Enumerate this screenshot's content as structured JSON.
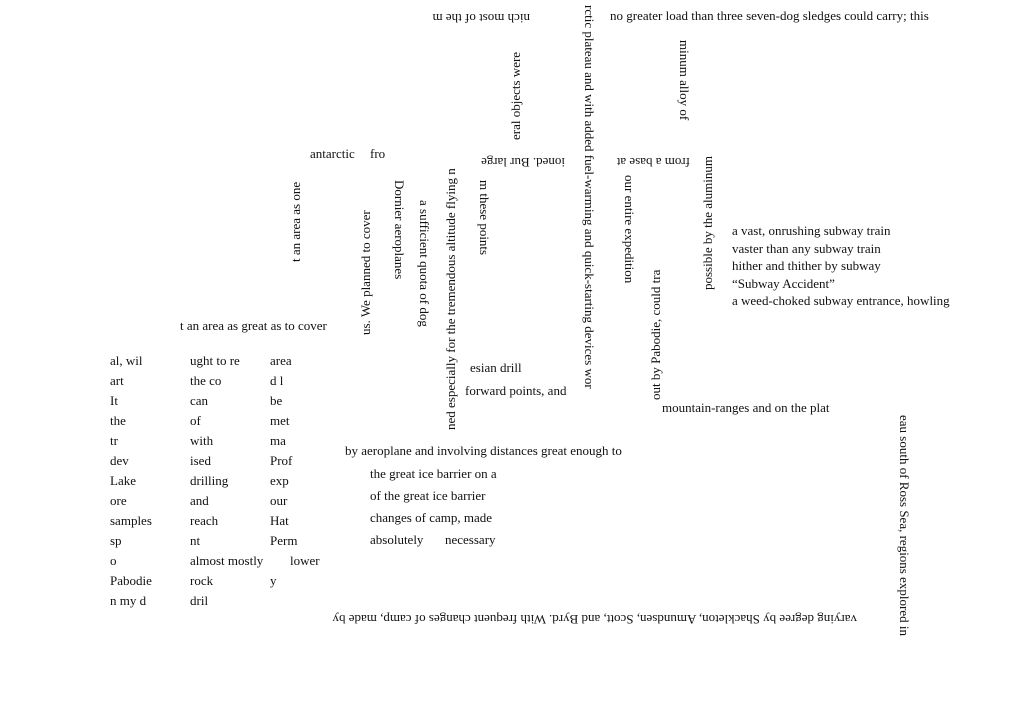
{
  "poem": {
    "lines": [
      "a vast, onrushing subway train",
      "vaster than any subway train",
      "hither and thither by subway",
      "“Subway Accident”",
      "a weed-choked subway entrance, howling"
    ]
  },
  "paths": {
    "bottom_loop": "varying degree by Shackleton, Amundsen, Scott, and Byrd. With frequent changes of camp, made by",
    "right_side": "eau south of Ross Sea, regions explored in",
    "aeroplane": "by aeroplane and involving distances great enough to",
    "mountain": "mountain-ranges and on the plat",
    "plateau": "rctic plateau and with added fuel-warming and quick-starting devices wor",
    "altitude": "ned especially for the tremendous altitude flying n",
    "sledges": "no greater load than three seven-dog sledges could carry; this",
    "aluminum": "minum alloy of",
    "pabodie": "out by Pabodie, could tra",
    "expedition": "our entire expedition",
    "possible": "possible by the aluminum",
    "base": "from a base at",
    "ioned": "ioned. Bur large",
    "antarctic": "antarctic",
    "fro": "fro",
    "area_one": "t an area as one",
    "area_great": "t an area as great as to cover",
    "planned": "us. We planned to cover",
    "quota": "a sufficient quota of dog",
    "points": "m these points",
    "dornier": "Dornier aeroplanes",
    "most": "nich most of the m",
    "objects": "eral objects were",
    "ice_barrier": "of the great ice barrier",
    "absolutely": "absolutely",
    "necessary": "necessary",
    "great_ice": "the great ice barrier on a",
    "camp": "changes of camp, made",
    "drill": "esian drill",
    "forward_points": "forward points, and"
  },
  "cluster": [
    "al, wil",
    "ught to re",
    "area",
    "art",
    "the co",
    "d l",
    "It",
    "can",
    "be",
    "the",
    "of",
    "met",
    "tr",
    "with",
    "ma",
    "dev",
    "ised",
    "Prof",
    "Lake",
    "drilling",
    "exp",
    "ore",
    "and",
    "our",
    "samples",
    "reach",
    "Hat",
    "sp",
    "nt",
    "Perm",
    "o",
    "almost mostly",
    "lower",
    "Pabodie",
    "rock",
    "y",
    "n my d",
    "dril"
  ]
}
